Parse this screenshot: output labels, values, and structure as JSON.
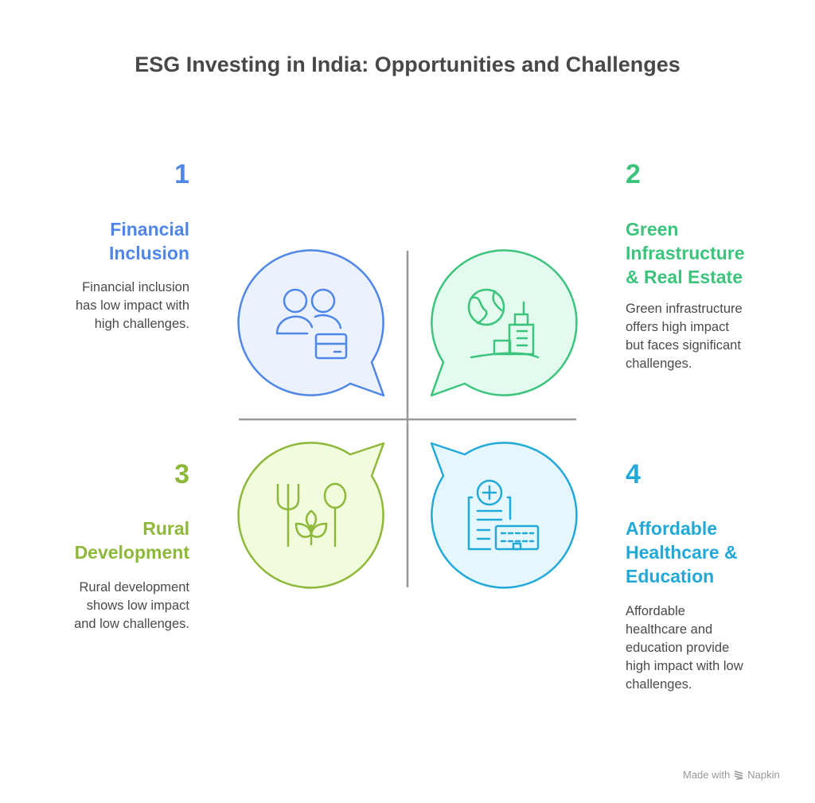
{
  "title": "ESG Investing in India: Opportunities and Challenges",
  "quadrants": [
    {
      "number": "1",
      "heading_lines": [
        "Financial",
        "Inclusion"
      ],
      "description_lines": [
        "Financial inclusion",
        "has low impact with",
        "high challenges."
      ],
      "icon": "people-credit-card-icon",
      "color": "#4f86e8",
      "fill": "#ebf2fe"
    },
    {
      "number": "2",
      "heading_lines": [
        "Green",
        "Infrastructure",
        "& Real Estate"
      ],
      "description_lines": [
        "Green infrastructure",
        "offers high impact",
        "but faces significant",
        "challenges."
      ],
      "icon": "globe-buildings-icon",
      "color": "#3cc47c",
      "fill": "#e2fbee"
    },
    {
      "number": "3",
      "heading_lines": [
        "Rural",
        "Development"
      ],
      "description_lines": [
        "Rural development",
        "shows low impact",
        "and low challenges."
      ],
      "icon": "fork-plant-spoon-icon",
      "color": "#8db83a",
      "fill": "#f1fcdc"
    },
    {
      "number": "4",
      "heading_lines": [
        "Affordable",
        "Healthcare &",
        "Education"
      ],
      "description_lines": [
        "Affordable",
        "healthcare and",
        "education provide",
        "high impact with low",
        "challenges."
      ],
      "icon": "medical-record-school-icon",
      "color": "#22a9d8",
      "fill": "#e5f7fd"
    }
  ],
  "footer": {
    "made_with": "Made with",
    "brand": "Napkin"
  }
}
